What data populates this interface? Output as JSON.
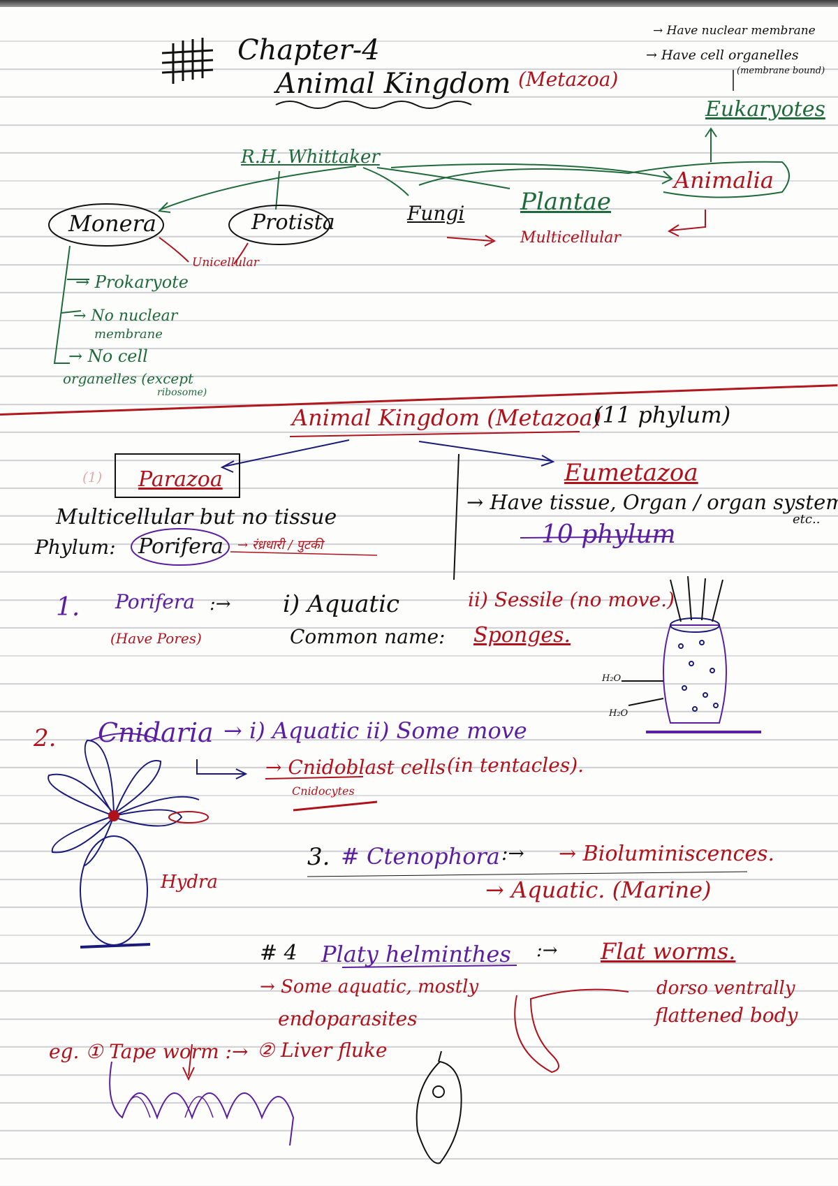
{
  "colors": {
    "ink_blue": "#1a1a7a",
    "ink_green": "#1e6a3a",
    "ink_red": "#b0121c",
    "ink_black": "#111111",
    "ink_purple": "#5a1ea0"
  },
  "header": {
    "hash": "#",
    "chapter": "Chapter-4",
    "title": "Animal Kingdom",
    "title_paren": "(Metazoa)",
    "notes": [
      "→ Have nuclear membrane",
      "→ Have cell organelles",
      "(membrane bound)"
    ],
    "eukaryotes": "Eukaryotes"
  },
  "classification": {
    "scientist": "R.H. Whittaker",
    "kingdoms": [
      "Monera",
      "Protista",
      "Fungi",
      "Plantae",
      "Animalia"
    ],
    "unicellular": "Unicellular",
    "multicellular": "Multicellular",
    "monera_points": [
      "→ Prokaryote",
      "→ No nuclear",
      "membrane",
      "→ No cell",
      "organelles (except",
      "ribosome)"
    ]
  },
  "kingdom_section": {
    "heading": "Animal Kingdom (Metazoa)",
    "phyla_count": "(11 phylum)",
    "parazoa": "Parazoa",
    "parazoa_number": "(1)",
    "parazoa_desc": "Multicellular but no tissue",
    "phylum_label": "Phylum:",
    "phylum_name": "Porifera",
    "phylum_hindi": "→ रंध्रधारी / पुटकी",
    "eumetazoa": "Eumetazoa",
    "eumetazoa_desc": "→ Have tissue, Organ / organ system",
    "eumetazoa_etc": "etc..",
    "eumetazoa_count": "10 phylum"
  },
  "porifera": {
    "number": "1.",
    "name": "Porifera",
    "arrow": ":→",
    "note": "(Have Pores)",
    "traits": "i) Aquatic",
    "traits2": "ii) Sessile (no move.)",
    "common": "Common name:",
    "common_value": "Sponges.",
    "diagram_labels": [
      "H₂O",
      "H₂O"
    ]
  },
  "cnidaria": {
    "number": "2.",
    "name": "Cnidaria",
    "traits": "→ i) Aquatic  ii) Some move",
    "cells": "→ Cnidoblast cells",
    "cells_note": "(in tentacles).",
    "cells_alt": "Cnidocytes",
    "example": "Hydra"
  },
  "ctenophora": {
    "number": "3.",
    "name": "# Ctenophora",
    "arrow": ":→",
    "trait1": "→ Bioluminiscences.",
    "trait2": "→ Aquatic. (Marine)"
  },
  "platy": {
    "number": "# 4",
    "name": "Platy helminthes",
    "arrow": ":→",
    "common": "Flat worms.",
    "trait": "→ Some aquatic, mostly",
    "trait2": "endoparasites",
    "body": "dorso ventrally",
    "body2": "flattened body",
    "examples": "eg. ① Tape worm :→",
    "example2": "② Liver fluke"
  }
}
